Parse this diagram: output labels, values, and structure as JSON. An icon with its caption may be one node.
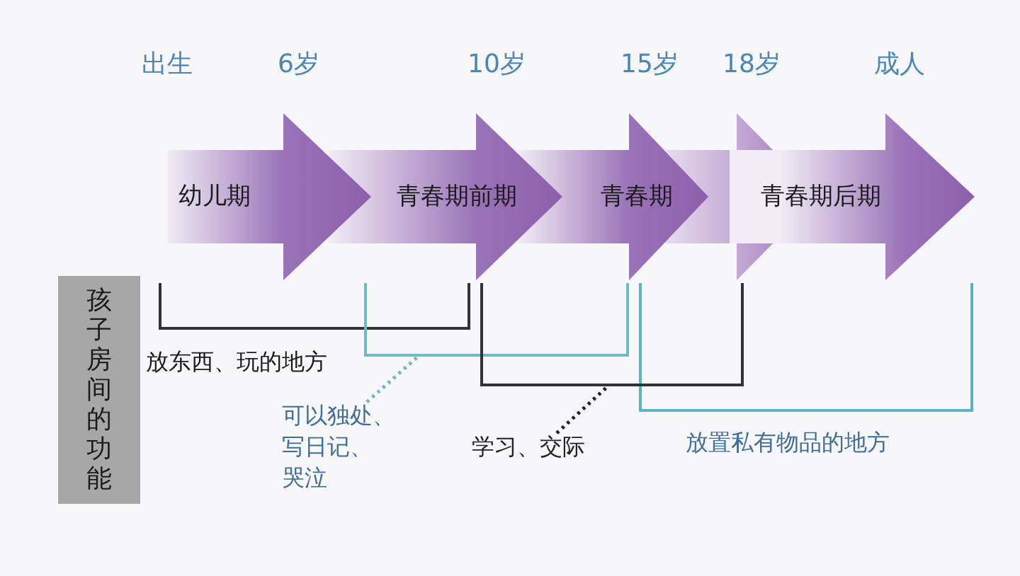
{
  "diagram": {
    "nodes": [
      {
        "text": [
          "幼儿期"
        ]
      },
      {
        "text": [
          "青春期前期"
        ]
      },
      {
        "text": [
          "青春期"
        ]
      },
      {
        "text": [
          "青春期后期"
        ]
      },
      {
        "text": [
          "孩子房间的功能"
        ]
      },
      {
        "text": [
          "可以独处、写日记、哭泣"
        ]
      },
      {
        "text": [
          "学习、交际"
        ]
      },
      {
        "text": [],
        "shape": "bracket"
      },
      {
        "text": [],
        "shape": "bracket"
      }
    ],
    "edges": [
      {
        "from": 5,
        "to": 7,
        "arrow": "none",
        "style": "dashed",
        "color": "#6fb8cc"
      },
      {
        "from": 6,
        "to": 8,
        "arrow": "none",
        "style": "dashed",
        "color": "#222222"
      }
    ],
    "labels": [
      "出生",
      "6岁",
      "10岁",
      "15岁",
      "18岁",
      "成人",
      "放东西、玩的地方",
      "放置私有物品的地方"
    ]
  }
}
